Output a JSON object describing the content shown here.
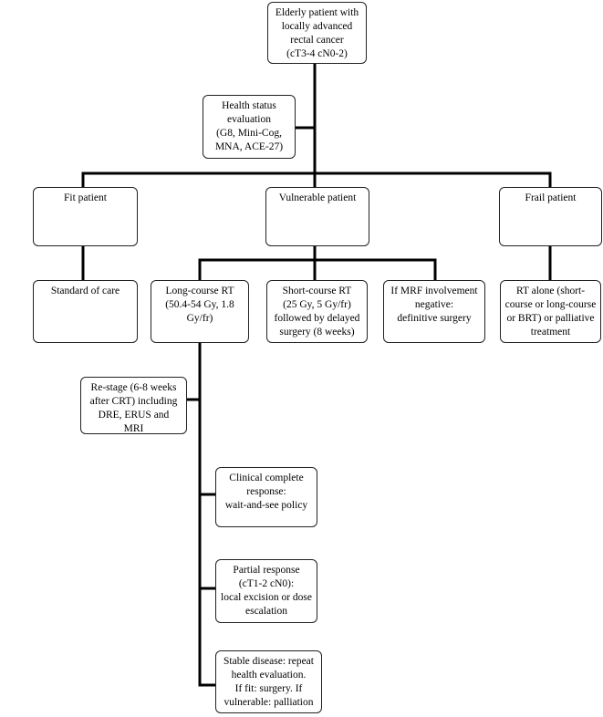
{
  "nodes": {
    "root": "Elderly patient with\nlocally advanced\nrectal cancer\n(cT3-4 cN0-2)",
    "health_status": "Health status\nevaluation\n(G8, Mini-Cog,\nMNA, ACE-27)",
    "fit": "Fit patient",
    "vulnerable": "Vulnerable patient",
    "frail": "Frail patient",
    "standard_care": "Standard of care",
    "long_course": "Long-course RT\n(50.4-54 Gy, 1.8\nGy/fr)",
    "short_course": "Short-course RT\n(25 Gy, 5 Gy/fr)\nfollowed by delayed\nsurgery (8 weeks)",
    "mrf_negative": "If MRF involvement\nnegative:\ndefinitive surgery",
    "rt_alone": "RT alone (short-\ncourse or long-course\nor BRT) or palliative\ntreatment",
    "restage": "Re-stage (6-8 weeks\nafter CRT) including\nDRE, ERUS and\nMRI",
    "clinical_complete": "Clinical complete\nresponse:\nwait-and-see policy",
    "partial_response": "Partial response\n(cT1-2 cN0):\nlocal excision or dose\nescalation",
    "stable_disease": "Stable disease: repeat\nhealth evaluation.\nIf fit: surgery. If\nvulnerable: palliation"
  }
}
